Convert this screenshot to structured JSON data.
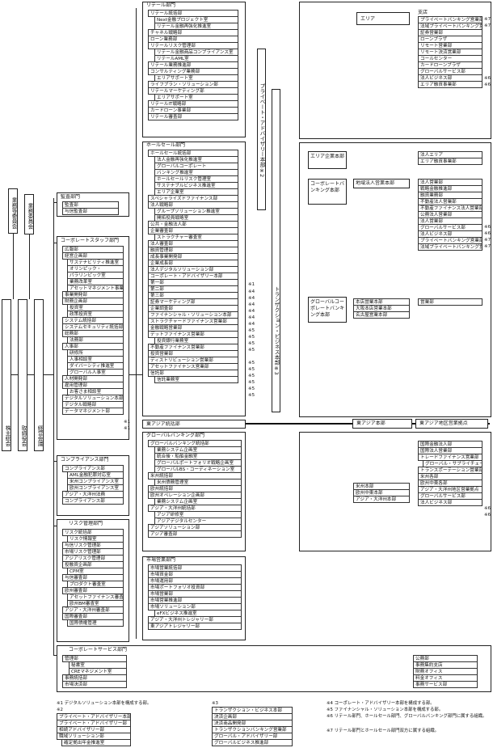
{
  "left": {
    "shareholders": "株主総会",
    "board": "取締役会",
    "mgmt_meeting": "経営会議",
    "nomination": "業務等委員会",
    "exec_committee": "業務委員会"
  },
  "audit": {
    "title": "監査部門",
    "items": [
      "監査部",
      "与信監査部"
    ]
  },
  "corp_staff": {
    "title": "コーポレートスタッフ部門",
    "items": [
      "広報部",
      "経営企画部",
      "サステナビリティ推進室",
      "オリンピック・",
      "パラリンピック室",
      "業務改革室",
      "アセットマネジメント事業室",
      "事業開発部",
      "財務企画部",
      "投資室",
      "政策投資室",
      "システム統括部",
      "システムセキュリティ統括部",
      "総務部",
      "法務部",
      "人事部",
      "研修所",
      "人事相談室",
      "ダイバーシティ推進室",
      "グローバル人事室",
      "人材開発部",
      "雇用管理部",
      "お客さま相談室",
      "デジタルソリューション本部",
      "デジタル戦略部",
      "データマネジメント部"
    ]
  },
  "compliance": {
    "title": "コンプライアンス部門",
    "items": [
      "コンプライアンス部",
      "AML金融犯罪対応室",
      "米州コンプライアンス室",
      "欧州コンプライアンス室",
      "アジア・大洋州法務",
      "コンプライアンス部"
    ]
  },
  "risk": {
    "title": "リスク管理部門",
    "items": [
      "リスク統括部",
      "リスク情報室",
      "与信リスク管理部",
      "市場リスク管理部",
      "アジアリスク管理部",
      "投融資企画部",
      "CPM室",
      "与信審査部",
      "プロダクト審査室",
      "欧州審査部",
      "アセットファイナンス審査室",
      "欧州BM審査室",
      "アジア・大洋州審査部",
      "国際審査部",
      "国際債権管理"
    ]
  },
  "retail": {
    "title": "リテール部門",
    "items": [
      "リテール統括部",
      "Next金融プロジェクト室",
      "リテール金融再強化推進室",
      "チャネル戦略部",
      "ローン業務部",
      "リテールリスク管理部",
      "リテール金融商品コンプライアンス室",
      "リテールAML室",
      "リテール業務推進部",
      "コンサルティング業務部",
      "エリアサポート室",
      "ライフプラン・ソリューション部",
      "リテールマーケティング部",
      "エリアサポート室",
      "リテールIT戦略部",
      "カードローン事業部",
      "リテール審査部"
    ]
  },
  "wholesale": {
    "title": "ホールセール部門",
    "items": [
      "ホールセール統括部",
      "法人金融再強化推進室",
      "グローバルコーポレート",
      "バンキング推進室",
      "ホールセールリスク管理室",
      "サステナブルビジネス推進室",
      "エリア企業室",
      "スペシャライズドファイナンス部",
      "法人戦略部",
      "グループソリューション推進室",
      "開拓役員戦略室",
      "公共・金融法人部",
      "企業審査部",
      "ストラクチャー審査室",
      "法人審査部",
      "融資管理部",
      "成長事業開発部",
      "企業成長部",
      "法人デジタルソリューション部",
      "コーポレート・アドバイザリー本部",
      "第一部",
      "第二部",
      "第三部",
      "証券マーケティング部",
      "企業調査部",
      "ファイナンシャル・ソリューション本部",
      "ストラクチャードファイナンス営業部",
      "金融戦略営業部",
      "デットファイナンス営業部",
      "投資銀行業務室",
      "不動産ファイナンス営業部",
      "投資営業部",
      "ディストリビューション営業部",
      "アセットファイナンス営業部",
      "信託部",
      "信託業務室"
    ]
  },
  "east_asia": "東アジア統括部",
  "global": {
    "title": "グローバルバンキング部門",
    "items": [
      "グローバルバンキング統括部",
      "業務システム企画室",
      "統合後・船舶金融室",
      "グローバルポートフォリオ戦略企画室",
      "グローバルBS・コーディネーション室",
      "米州統括部",
      "米州債務管理室",
      "欧州統括部",
      "欧州オペレーション企画部",
      "業務システム企画室",
      "アジア・大洋州統括部",
      "アジア研修室",
      "アジアデジタルセンター",
      "アジアソリューション部",
      "アジア審査部"
    ]
  },
  "markets": {
    "title": "市場営業部門",
    "items": [
      "市場営業統括部",
      "市場資金部",
      "市場運用部",
      "市場ポートフォリオ投資部",
      "市場営業部",
      "市場営業推進部",
      "市場ソリューション部",
      "eFXビジネス推進室",
      "アジア・大洋州トレジャリー部",
      "東アジアトレジャリー部"
    ]
  },
  "corp_services": {
    "title": "コーポレートサービス部門",
    "items": [
      "管理部",
      "秘書室",
      "CREマネジメント室",
      "事務統括部",
      "市場決済部"
    ]
  },
  "private": "プライベート・アドバイザリー本部※2",
  "transaction": "トランザクション・ビジネス本部※3",
  "right": {
    "area": "エリア",
    "branches_title": "支店",
    "branches": [
      "プライベートバンキング営業部",
      "法域プライベートバンキング営業部",
      "証券営業部",
      "ローンプラザ",
      "リモート営業部",
      "リモート決済営業部",
      "コールセンター",
      "カードローンプラザ",
      "グローバルサービス部",
      "法人ビジネス部",
      "エリア融資事業部"
    ],
    "area_corp": "エリア企業本部",
    "area_corp_items": [
      "法人エリア",
      "エリア融資事業部"
    ],
    "corp_banking": "コーポレートバンキング本部",
    "regional": "地域法人営業本部",
    "corp_items": [
      "法人営業部",
      "戦略金融推進部",
      "融資業務部",
      "不動産法人営業部",
      "不動産ファイナンス法人営業部",
      "公務法人営業部",
      "法人営業部",
      "グローバルサービス部",
      "法人ビジネス部",
      "プライベートバンキング営業部",
      "法域プライベートバンキング営業部"
    ],
    "global_corp": "グローバルコーポレートバンキング本部",
    "gc_mid": [
      "本店営業本部",
      "大阪本店営業本部",
      "名古屋営業本部"
    ],
    "gc_right": "営業部",
    "east_asia_hq": "東アジア本部",
    "east_asia_base": "東アジア地区営業拠点",
    "intl_items": [
      "国際金融法人部",
      "国際法人営業部",
      "トレードファイナンス営業部",
      "グローバル・サプライチェーン・ファイナンス室",
      "トランスポーテーション営業部",
      "米州各部",
      "欧州中東各部",
      "アジア・大洋州地区営業拠点",
      "グローバルサービス部",
      "法人ビジネス部"
    ],
    "americas": [
      "米州本部",
      "欧州中東本部",
      "アジア・大洋州本部"
    ],
    "hq_items": [
      "公務部",
      "事務集約支店",
      "財務オフィス",
      "料金オフィス",
      "事務サービス部"
    ]
  },
  "marks": {
    "m1": "※1",
    "m4": "※4",
    "m5": "※5",
    "m6": "※6",
    "m7": "※7"
  },
  "footnotes": {
    "n1": "※1 デジタルソリューション本部を構成する部。",
    "n2": "※2",
    "n2_items": [
      "プライベート・アドバイザリー本部",
      "プライベート・アドバイザリー部",
      "相続アドバイザリー部",
      "職域ソリューション部",
      "確定拠出年金推進室"
    ],
    "n3": "※3",
    "n3_items": [
      "トランザクション・ビジネス本部",
      "決済企画部",
      "決済商品開発部",
      "トランザクションバンキング営業部",
      "グローバル・アドバイザリー部",
      "グローバルビジネス推進部"
    ],
    "n4": "※4 コーポレート・アドバイザリー本部を構成する部。",
    "n5": "※5 ファイナンシャル・ソリューション本部を構成する部。",
    "n6": "※6 リテール部門、ホールセール部門、グローバルバンキング部門に属する組織。",
    "n7": "※7 リテール部門とホールセール部門双方に属する組織。"
  }
}
